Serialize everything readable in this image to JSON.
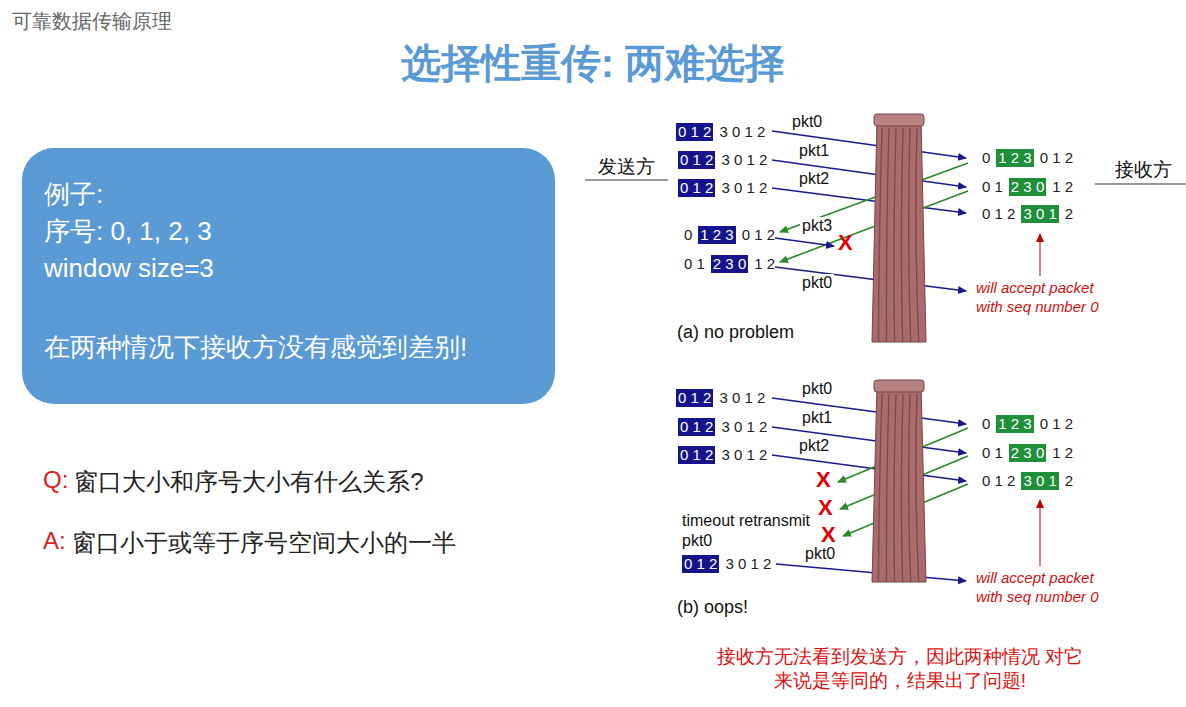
{
  "diagram": {
    "title": "选择性重传: 两难选择",
    "nodes": [
      {
        "text": [
          "例子:",
          "序号: 0, 1, 2, 3",
          "window size=3",
          "在两种情况下接收方没有感觉到差别!"
        ]
      }
    ],
    "labels": [
      "可靠数据传输原理",
      "Q:",
      "窗口大小和序号大小有什么关系?",
      "A:",
      "窗口小于或等于序号空间大小的一半",
      "发送方",
      "接收方",
      "0 1 2",
      "3 0 1 2",
      "0 1 2",
      "3 0 1 2",
      "0 1 2",
      "3 0 1 2",
      "0",
      "1 2 3",
      "0 1 2",
      "0 1",
      "2 3 0",
      "1 2",
      "pkt0",
      "pkt1",
      "pkt2",
      "pkt3",
      "X",
      "pkt0",
      "0",
      "1 2 3",
      "0 1 2",
      "0 1",
      "2 3 0",
      "1 2",
      "0 1 2",
      "3 0 1",
      "2",
      "will accept packet with seq number 0",
      "(a) no problem",
      "0 1 2",
      "3 0 1 2",
      "0 1 2",
      "3 0 1 2",
      "0 1 2",
      "3 0 1 2",
      "pkt0",
      "pkt1",
      "pkt2",
      "X",
      "X",
      "X",
      "timeout retransmit pkt0",
      "0 1 2",
      "3 0 1 2",
      "pkt0",
      "0",
      "1 2 3",
      "0 1 2",
      "0 1",
      "2 3 0",
      "1 2",
      "0 1 2",
      "3 0 1",
      "2",
      "will accept packet with seq number 0",
      "(b) oops!",
      "接收方无法看到发送方，因此两种情况 对它来说是等同的，结果出了问题!"
    ]
  }
}
